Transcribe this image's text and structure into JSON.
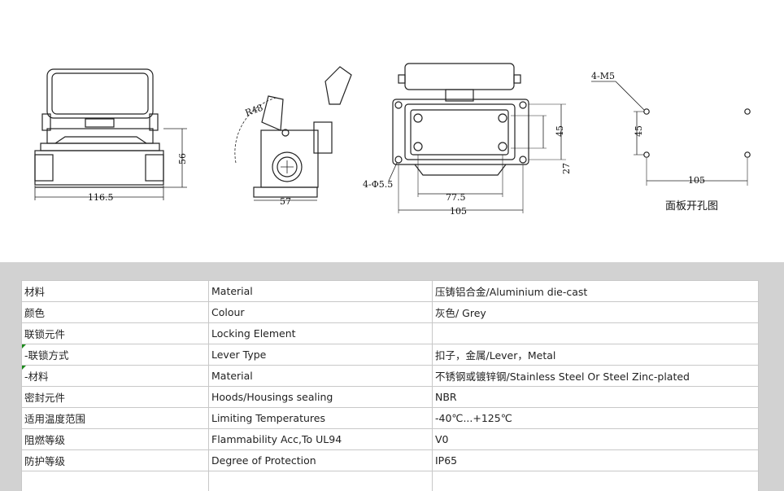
{
  "drawing": {
    "dims": {
      "width_front": "116.5",
      "height_front": "56",
      "radius": "R48",
      "width_side": "57",
      "mount_holes": "4-Φ5.5",
      "pitch_x": "77.5",
      "overall_width": "105",
      "inner_height": "45",
      "outer_height": "27",
      "thread": "4-M5",
      "cutout_height": "45",
      "cutout_width": "105"
    },
    "cutout_caption": "面板开孔图"
  },
  "specs": [
    {
      "cn": "材料",
      "en": "Material",
      "value": "压铸铝合金/Aluminium die-cast",
      "flag": false
    },
    {
      "cn": "颜色",
      "en": "Colour",
      "value": "灰色/ Grey",
      "flag": false
    },
    {
      "cn": "联锁元件",
      "en": "Locking Element",
      "value": "",
      "flag": false
    },
    {
      "cn": " -联锁方式",
      "en": "Lever Type",
      "value": "扣子，金属/Lever，Metal",
      "flag": true
    },
    {
      "cn": " -材料",
      "en": "Material",
      "value": "不锈钢或镀锌钢/Stainless Steel Or Steel Zinc-plated",
      "flag": true
    },
    {
      "cn": "密封元件",
      "en": "Hoods/Housings sealing",
      "value": "NBR",
      "flag": false
    },
    {
      "cn": "适用温度范围",
      "en": "Limiting Temperatures",
      "value": "-40℃...+125℃",
      "flag": false
    },
    {
      "cn": "阻燃等级",
      "en": "Flammability Acc,To UL94",
      "value": "V0",
      "flag": false
    },
    {
      "cn": "防护等级",
      "en": "Degree of Protection",
      "value": "IP65",
      "flag": false
    }
  ]
}
